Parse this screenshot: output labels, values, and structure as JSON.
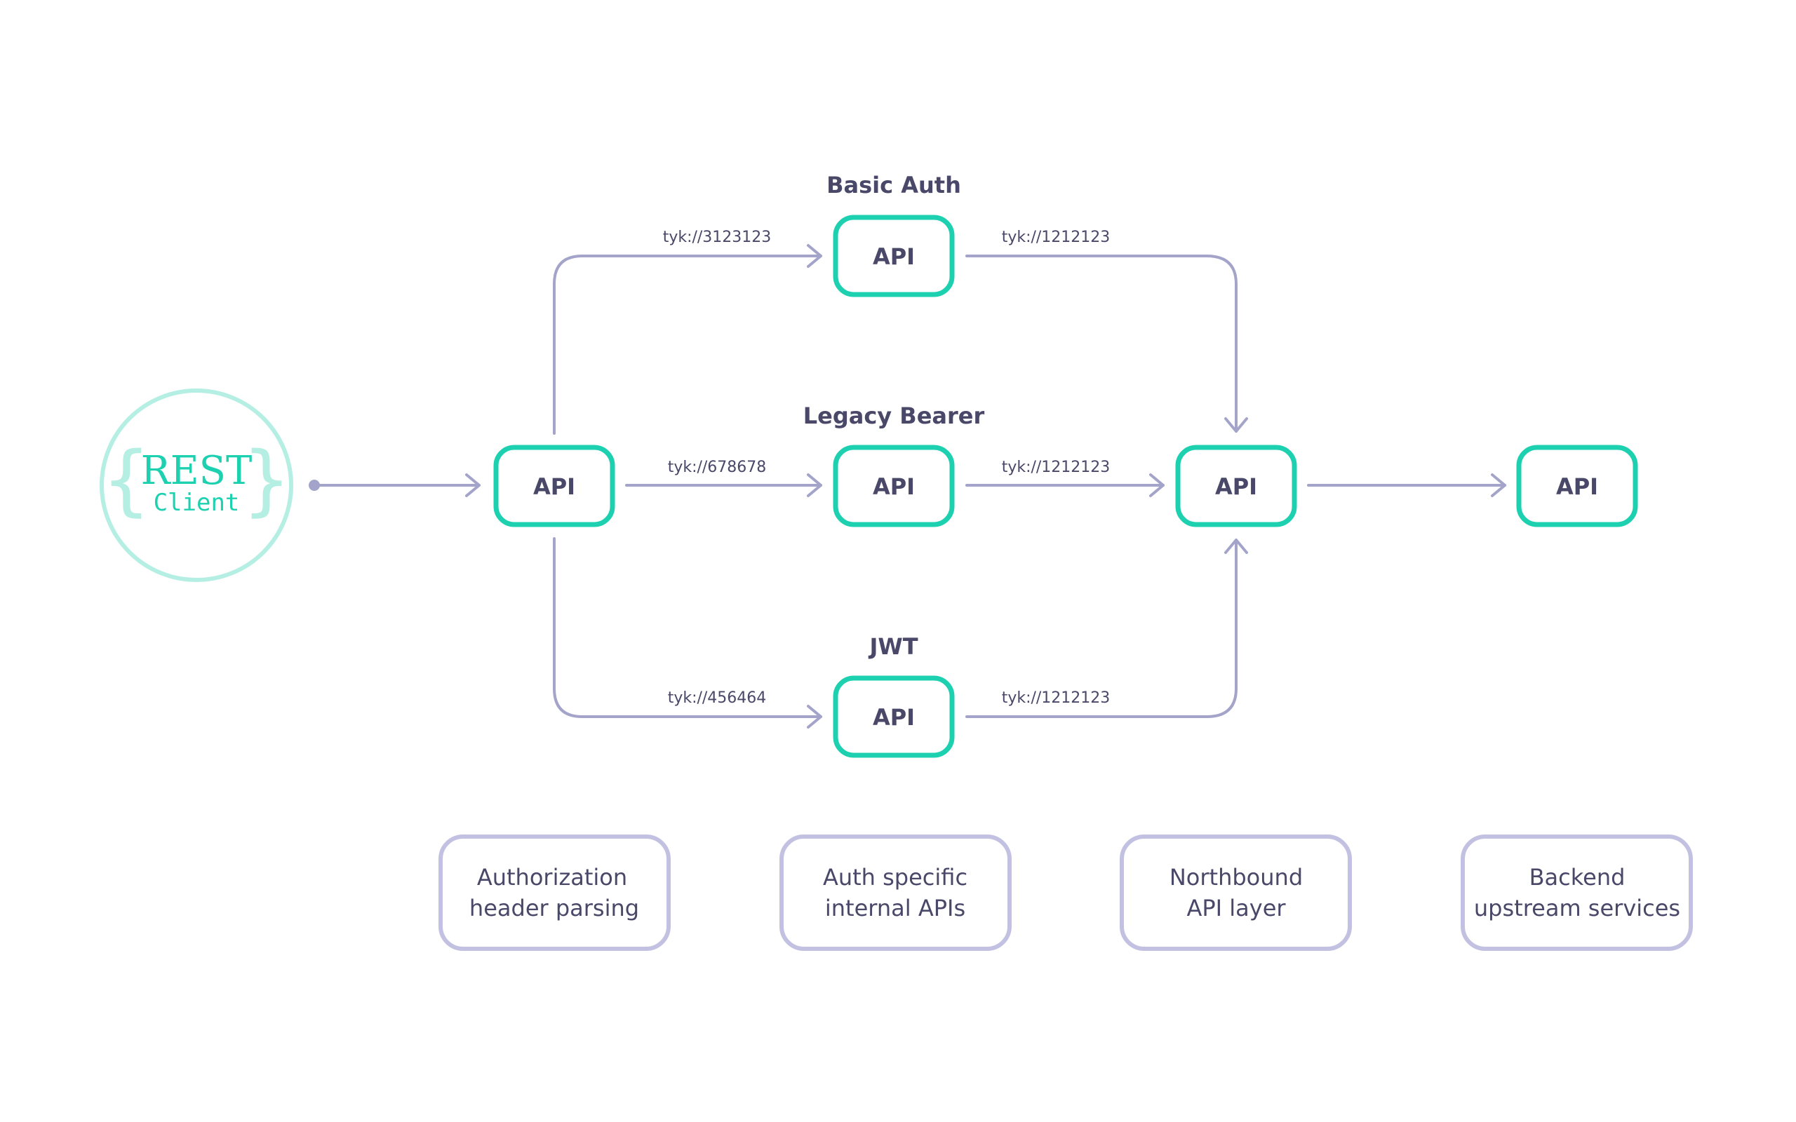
{
  "colors": {
    "teal": "#1dd1b0",
    "teal_light": "#b5efe3",
    "edge": "#a4a3c9",
    "text_dark": "#4a4869",
    "legend_border": "#c2c1e2",
    "legend_text": "#4a4869"
  },
  "client": {
    "title": "REST",
    "subtitle": "Client",
    "brace_left": "{",
    "brace_right": "}"
  },
  "groups": {
    "basic": {
      "title": "Basic Auth"
    },
    "legacy": {
      "title": "Legacy Bearer"
    },
    "jwt": {
      "title": "JWT"
    }
  },
  "nodes": {
    "entry": {
      "label": "API"
    },
    "basic": {
      "label": "API"
    },
    "legacy": {
      "label": "API"
    },
    "jwt": {
      "label": "API"
    },
    "northbound": {
      "label": "API"
    },
    "backend": {
      "label": "API"
    }
  },
  "edges": {
    "to_basic": {
      "label": "tyk://3123123"
    },
    "to_legacy": {
      "label": "tyk://678678"
    },
    "to_jwt": {
      "label": "tyk://456464"
    },
    "basic_out": {
      "label": "tyk://1212123"
    },
    "legacy_out": {
      "label": "tyk://1212123"
    },
    "jwt_out": {
      "label": "tyk://1212123"
    }
  },
  "legend": [
    {
      "line1": "Authorization",
      "line2": "header parsing"
    },
    {
      "line1": "Auth specific",
      "line2": "internal APIs"
    },
    {
      "line1": "Northbound",
      "line2": "API layer"
    },
    {
      "line1": "Backend",
      "line2": "upstream services"
    }
  ]
}
